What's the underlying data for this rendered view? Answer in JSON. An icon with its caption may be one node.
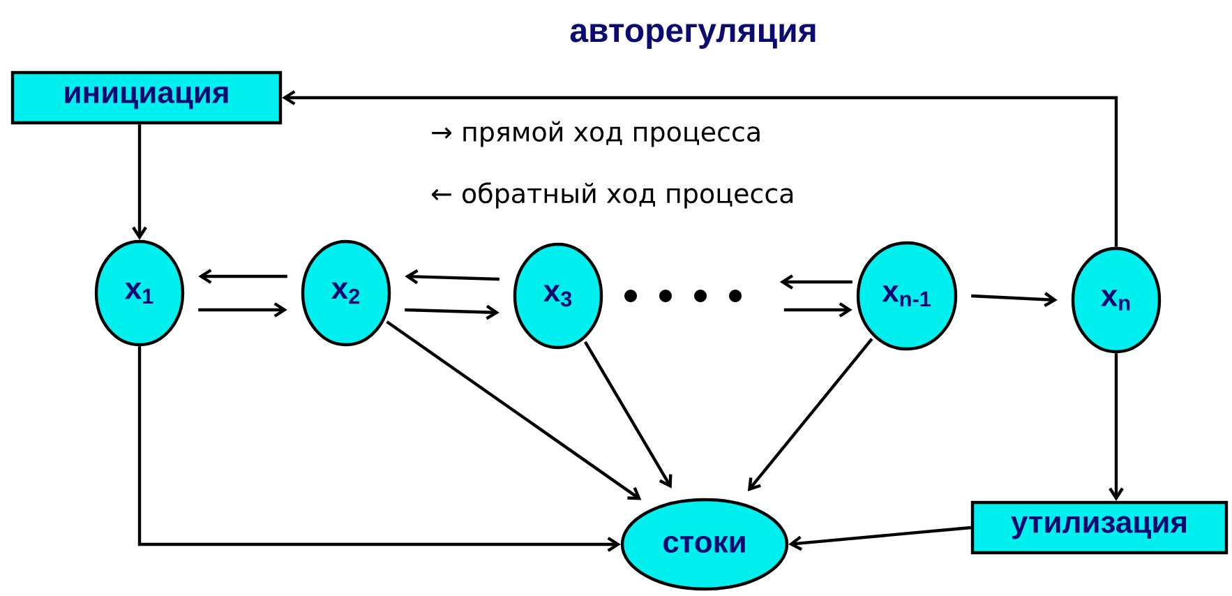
{
  "diagram": {
    "title": "авторегуляция",
    "nodes": [
      {
        "text": [
          "инициация"
        ]
      },
      {
        "text": [
          "x$_{1}$"
        ]
      },
      {
        "text": [
          "x$_{2}$"
        ]
      },
      {
        "text": [
          "x$_{3}$"
        ]
      },
      {
        "text": [
          "x$_{n-1}$"
        ]
      },
      {
        "text": [
          "x$_{n}$"
        ]
      },
      {
        "text": [
          "стоки"
        ]
      },
      {
        "text": [
          "утилизация"
        ]
      }
    ],
    "edges": [
      {
        "from": 0,
        "to": 1,
        "arrow": "to"
      },
      {
        "from": 2,
        "to": 1,
        "arrow": "to"
      },
      {
        "from": 1,
        "to": 2,
        "arrow": "to"
      },
      {
        "from": 3,
        "to": 2,
        "arrow": "to"
      },
      {
        "from": 2,
        "to": 3,
        "arrow": "to"
      },
      {
        "from": 4,
        "to": null,
        "arrow": "to"
      },
      {
        "from": null,
        "to": 4,
        "arrow": "to"
      },
      {
        "from": 4,
        "to": 5,
        "arrow": "to"
      },
      {
        "from": 5,
        "to": 0,
        "arrow": "to"
      },
      {
        "from": 5,
        "to": 7,
        "arrow": "to"
      },
      {
        "from": 7,
        "to": 6,
        "arrow": "to"
      },
      {
        "from": 1,
        "to": 6,
        "arrow": "to"
      },
      {
        "from": 2,
        "to": 6,
        "arrow": "to"
      },
      {
        "from": 3,
        "to": 6,
        "arrow": "to"
      },
      {
        "from": 4,
        "to": 6,
        "arrow": "to"
      }
    ],
    "labels": [
      "→ прямой ход процесса",
      "← обратный ход процесса"
    ]
  }
}
